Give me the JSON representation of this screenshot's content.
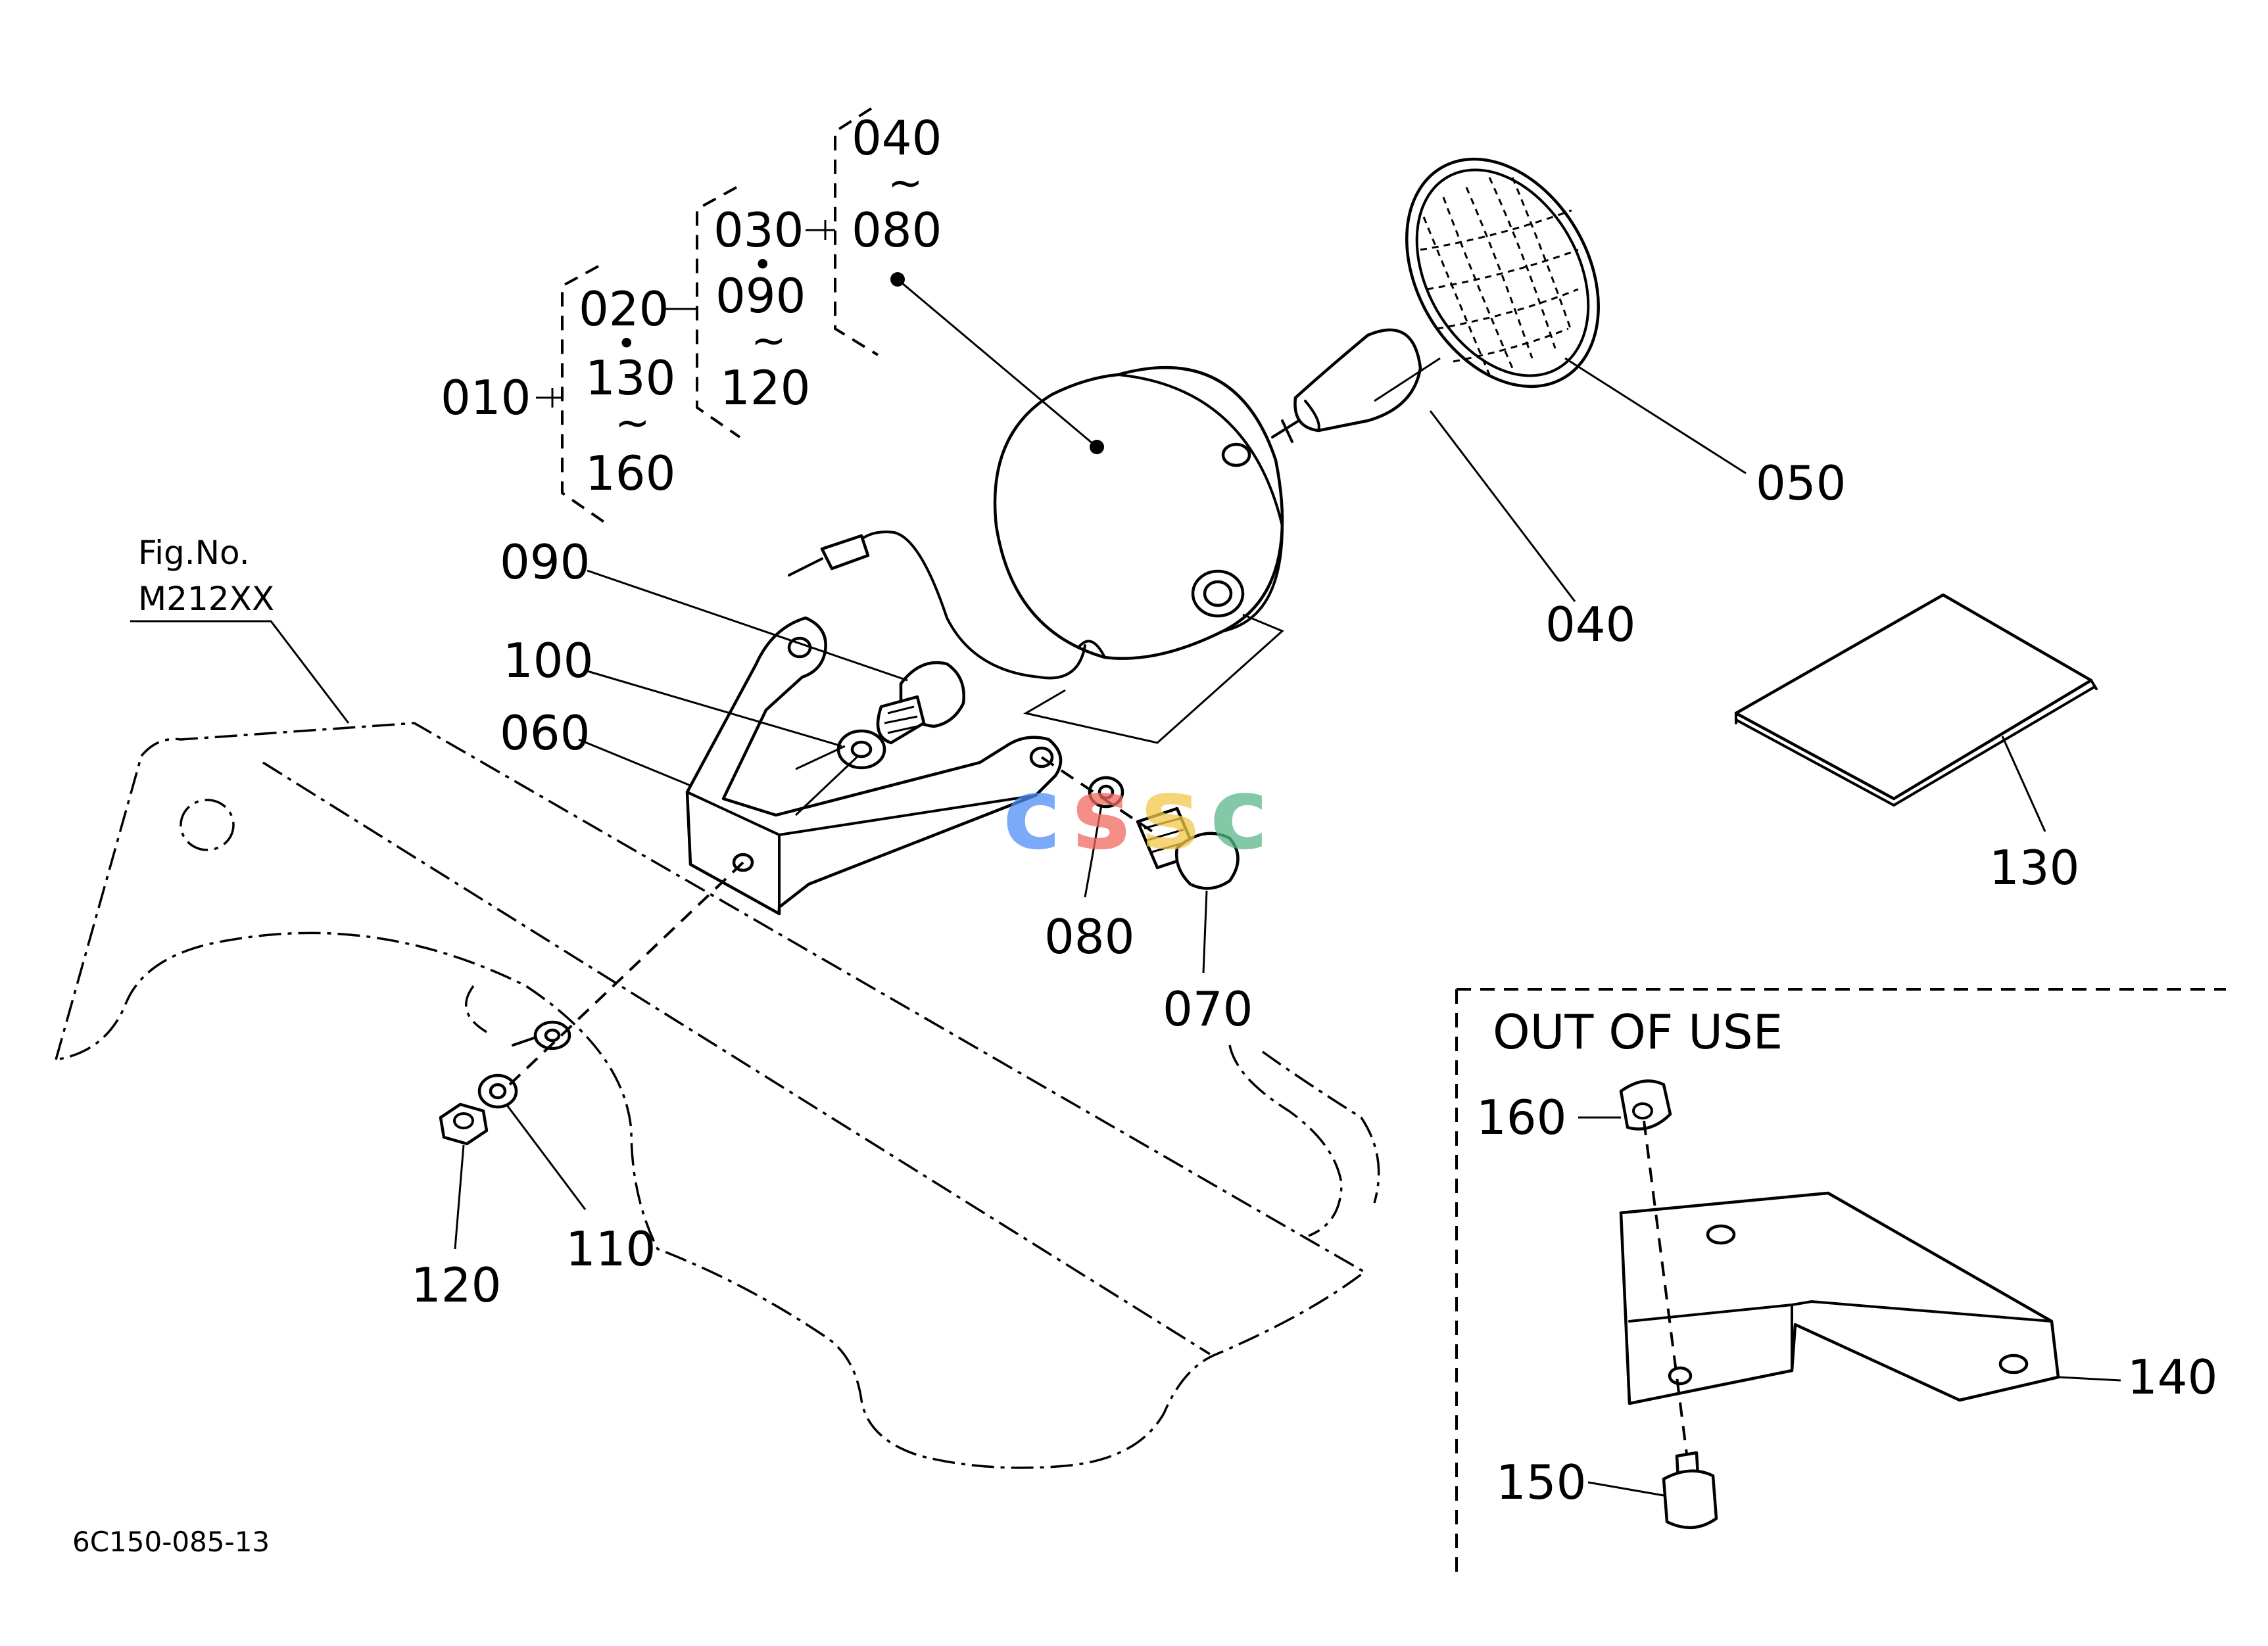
{
  "figure_ref": {
    "line1": "Fig.No.",
    "line2": "M212XX"
  },
  "drawing_code": "6C150-085-13",
  "section_title": "OUT OF USE",
  "hierarchy": {
    "l0": "010",
    "l1_a": "020",
    "l1_b": "130",
    "l1_c": "160",
    "l2_a": "030",
    "l2_b": "090",
    "l2_c": "120",
    "l3_a": "040",
    "l3_b": "080",
    "range_mark": "~",
    "dot_mark": "•"
  },
  "callouts": {
    "p040": "040",
    "p050": "050",
    "p060": "060",
    "p070": "070",
    "p080": "080",
    "p090": "090",
    "p100": "100",
    "p110": "110",
    "p120": "120",
    "p130": "130",
    "p140": "140",
    "p150": "150",
    "p160": "160"
  },
  "watermark": {
    "letters": [
      "c",
      "s",
      "s",
      "c"
    ],
    "colors": [
      "#4f8ef7",
      "#f06a5f",
      "#f4c84a",
      "#5cb88a"
    ]
  }
}
